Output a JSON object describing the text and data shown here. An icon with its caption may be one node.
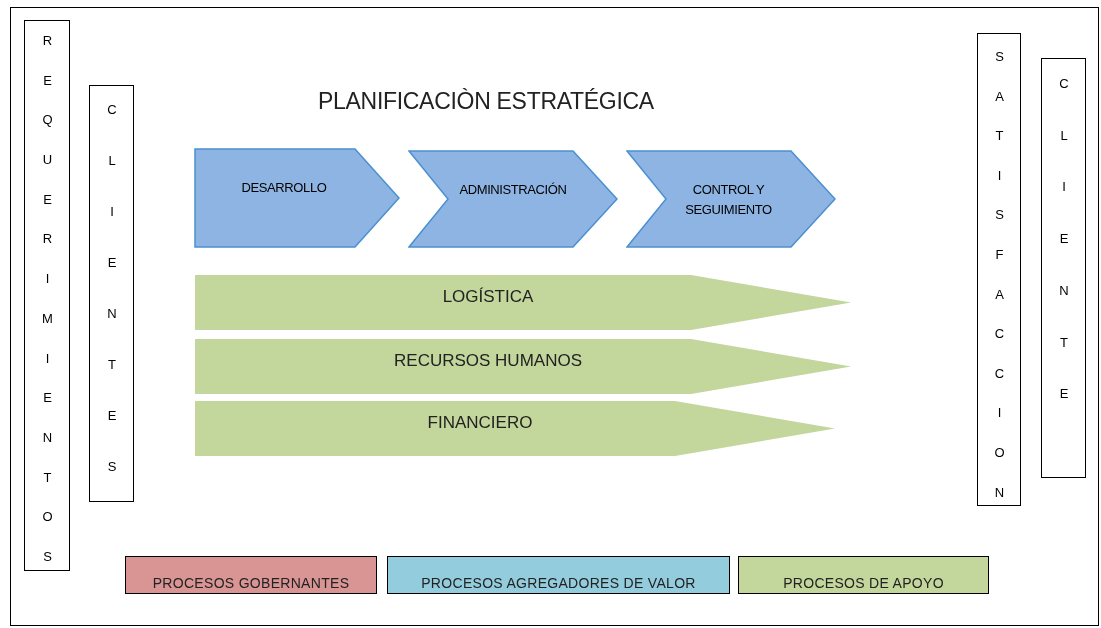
{
  "diagram": {
    "title": "PLANIFICACIÒN ESTRATÉGICA",
    "nodes": [
      {
        "text": [
          "REQUERIMIENTOS"
        ]
      },
      {
        "text": [
          "CLIENTES"
        ]
      },
      {
        "text": [
          "DESARROLLO"
        ]
      },
      {
        "text": [
          "ADMINISTRACIÓN"
        ]
      },
      {
        "text": [
          "CONTROL Y SEGUIMIENTO"
        ]
      },
      {
        "text": [
          "LOGÍSTICA"
        ]
      },
      {
        "text": [
          "RECURSOS HUMANOS"
        ]
      },
      {
        "text": [
          "FINANCIERO"
        ]
      },
      {
        "text": [
          "SATISFACCION"
        ]
      },
      {
        "text": [
          "CLIENTE"
        ]
      }
    ],
    "edges": [],
    "legend": [
      {
        "text": "PROCESOS GOBERNANTES",
        "color": "#d99594"
      },
      {
        "text": "PROCESOS AGREGADORES DE VALOR",
        "color": "#93cddd"
      },
      {
        "text": "PROCESOS DE APOYO",
        "color": "#c3d69b"
      }
    ]
  }
}
